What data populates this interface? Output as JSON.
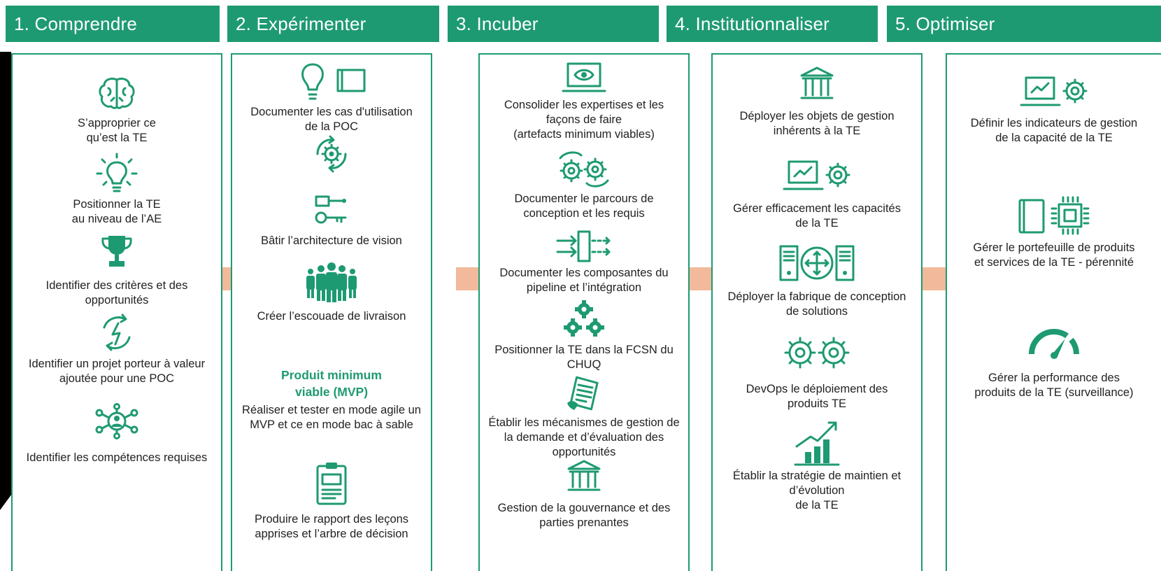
{
  "colors": {
    "accent": "#1e9a72",
    "connector": "#f2b99b"
  },
  "columns": [
    {
      "title": "1. Comprendre",
      "items": [
        {
          "icon": "brain-icon",
          "text": "S’approprier ce\nqu’est la TE"
        },
        {
          "icon": "lightbulb-icon",
          "text": "Positionner la TE\nau niveau de l’AE"
        },
        {
          "icon": "trophy-icon",
          "text": "Identifier des critères et des\nopportunités"
        },
        {
          "icon": "cycle-lightning-icon",
          "text": "Identifier un projet porteur à valeur\najoutée pour une POC"
        },
        {
          "icon": "network-person-icon",
          "text": "Identifier les compétences requises"
        }
      ]
    },
    {
      "title": "2. Expérimenter",
      "items": [
        {
          "icon": "bulb-book-icon",
          "text": "Documenter les cas d'utilisation\nde la POC"
        },
        {
          "icon": "gear-cycle-icon",
          "text": ""
        },
        {
          "icon": "key-architecture-icon",
          "text": "Bâtir l’architecture de vision"
        },
        {
          "icon": "team-icon",
          "text": "Créer l’escouade de livraison"
        },
        {
          "icon": "",
          "title": "Produit minimum\nviable (MVP)",
          "text": "Réaliser et tester en mode agile un\nMVP et ce en mode bac à sable"
        },
        {
          "icon": "clipboard-report-icon",
          "text": "Produire le rapport des leçons\napprises et l’arbre de décision"
        }
      ]
    },
    {
      "title": "3. Incuber",
      "items": [
        {
          "icon": "laptop-eye-icon",
          "text": "Consolider les expertises et les\nfaçons de faire\n(artefacts minimum viables)"
        },
        {
          "icon": "gears-cycle-icon",
          "text": "Documenter le parcours de\nconception et les requis"
        },
        {
          "icon": "pipeline-icon",
          "text": "Documenter les composantes du\npipeline et l’intégration"
        },
        {
          "icon": "three-gears-icon",
          "text": "Positionner la TE dans la FCSN du\nCHUQ"
        },
        {
          "icon": "document-hand-icon",
          "text": "Établir les mécanismes de gestion de\nla demande et d’évaluation des\nopportunités"
        },
        {
          "icon": "institution-icon",
          "text": "Gestion de la gouvernance et des\nparties prenantes"
        }
      ]
    },
    {
      "title": "4. Institutionnaliser",
      "items": [
        {
          "icon": "institution-icon",
          "text": "Déployer les objets de gestion\ninhérents à la TE"
        },
        {
          "icon": "laptop-chart-gear-icon",
          "text": "Gérer efficacement les capacités\nde la TE"
        },
        {
          "icon": "servers-network-icon",
          "text": "Déployer la fabrique de conception\nde solutions"
        },
        {
          "icon": "two-gears-icon",
          "text": "DevOps le déploiement des\nproduits TE"
        },
        {
          "icon": "growth-chart-icon",
          "text": "Établir la stratégie de maintien et\nd’évolution\nde la TE"
        }
      ]
    },
    {
      "title": "5. Optimiser",
      "items": [
        {
          "icon": "laptop-chart-gear-icon",
          "text": "Définir les indicateurs de gestion\nde la capacité de la TE"
        },
        {
          "icon": "book-chip-icon",
          "text": "Gérer le portefeuille de produits\net services de la TE - pérennité"
        },
        {
          "icon": "speedometer-icon",
          "text": "Gérer la performance des\nproduits de la TE (surveillance)"
        }
      ]
    }
  ]
}
